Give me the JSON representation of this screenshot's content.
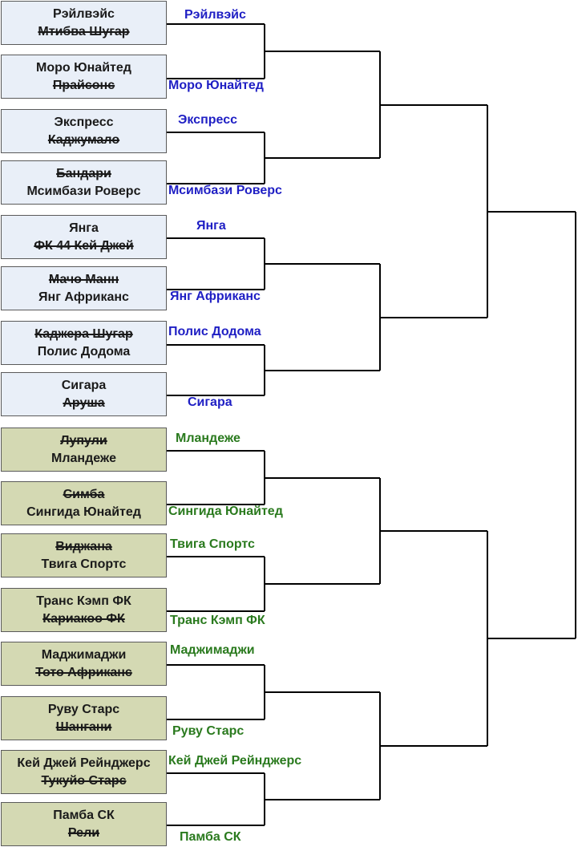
{
  "colors": {
    "blue_winner": "#1f1fc4",
    "green_winner": "#2a7a1e",
    "blue_box": "#e9eff8",
    "green_box": "#d4d9b3",
    "line": "#000000"
  },
  "matches": [
    {
      "group": "blue",
      "team1": "Рэйлвэйс",
      "team1_lost": false,
      "team2": "Мтибва Шугар",
      "team2_lost": true,
      "winner": "Рэйлвэйс"
    },
    {
      "group": "blue",
      "team1": "Моро Юнайтед",
      "team1_lost": false,
      "team2": "Прайсонс",
      "team2_lost": true,
      "winner": "Моро Юнайтед"
    },
    {
      "group": "blue",
      "team1": "Экспресс",
      "team1_lost": false,
      "team2": "Каджумало",
      "team2_lost": true,
      "winner": "Экспресс"
    },
    {
      "group": "blue",
      "team1": "Бандари",
      "team1_lost": true,
      "team2": "Мсимбази Роверс",
      "team2_lost": false,
      "winner": "Мсимбази Роверс"
    },
    {
      "group": "blue",
      "team1": "Янга",
      "team1_lost": false,
      "team2": "ФК 44 Кей Джей",
      "team2_lost": true,
      "winner": "Янга"
    },
    {
      "group": "blue",
      "team1": "Мачо Манн",
      "team1_lost": true,
      "team2": "Янг Африканс",
      "team2_lost": false,
      "winner": "Янг Африканс"
    },
    {
      "group": "blue",
      "team1": "Каджера Шугар",
      "team1_lost": true,
      "team2": "Полис Додома",
      "team2_lost": false,
      "winner": "Полис Додома"
    },
    {
      "group": "blue",
      "team1": "Сигара",
      "team1_lost": false,
      "team2": "Аруша",
      "team2_lost": true,
      "winner": "Сигара"
    },
    {
      "group": "green",
      "team1": "Лупули",
      "team1_lost": true,
      "team2": "Мландеже",
      "team2_lost": false,
      "winner": "Мландеже"
    },
    {
      "group": "green",
      "team1": "Симба",
      "team1_lost": true,
      "team2": "Сингида Юнайтед",
      "team2_lost": false,
      "winner": "Сингида Юнайтед"
    },
    {
      "group": "green",
      "team1": "Виджана",
      "team1_lost": true,
      "team2": "Твига Спортс",
      "team2_lost": false,
      "winner": "Твига Спортс"
    },
    {
      "group": "green",
      "team1": "Транс Кэмп ФК",
      "team1_lost": false,
      "team2": "Кариакоо ФК",
      "team2_lost": true,
      "winner": "Транс Кэмп ФК"
    },
    {
      "group": "green",
      "team1": "Маджимаджи",
      "team1_lost": false,
      "team2": "Тото Африканс",
      "team2_lost": true,
      "winner": "Маджимаджи"
    },
    {
      "group": "green",
      "team1": "Руву Старс",
      "team1_lost": false,
      "team2": "Шангани",
      "team2_lost": true,
      "winner": "Руву Старс"
    },
    {
      "group": "green",
      "team1": "Кей Джей Рейнджерс",
      "team1_lost": false,
      "team2": "Тукуйо Старс",
      "team2_lost": true,
      "winner": "Кей Джей Рейнджерс"
    },
    {
      "group": "green",
      "team1": "Памба СК",
      "team1_lost": false,
      "team2": "Рели",
      "team2_lost": true,
      "winner": "Памба СК"
    }
  ]
}
